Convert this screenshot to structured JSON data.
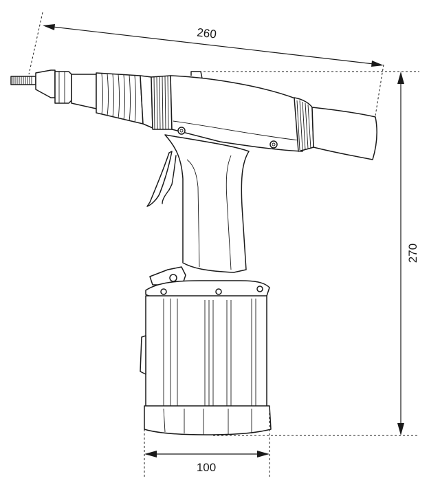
{
  "dimensions": {
    "length": "260",
    "height": "270",
    "base_width": "100"
  }
}
